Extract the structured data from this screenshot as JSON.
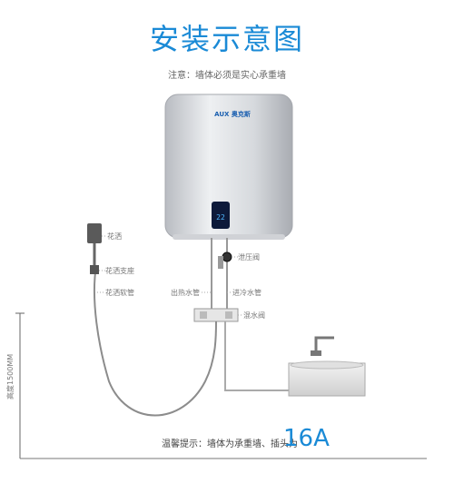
{
  "title": "安装示意图",
  "note": "注意：墙体必须是实心承重墙",
  "brand": "AUX 奥克斯",
  "display_temp": "22",
  "labels": {
    "shower_head": "花洒",
    "shower_bracket": "花洒支座",
    "shower_hose": "花洒软管",
    "relief_valve": "泄压阀",
    "hot_outlet": "出热水管",
    "cold_inlet": "进冷水管",
    "mixing_valve": "混水阀",
    "height": "高度1500MM"
  },
  "bottom": {
    "tip": "温馨提示：墙体为承重墙、插头为",
    "amp": "16A"
  },
  "colors": {
    "title": "#1a8ad6",
    "heater_body": "#d8dade",
    "display": "#0d1a3a",
    "display_digits": "#4fb6ff"
  }
}
